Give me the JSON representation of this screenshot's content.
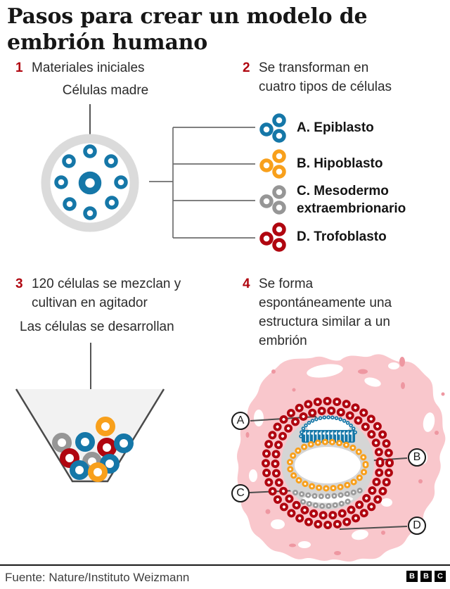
{
  "title": "Pasos para crear un modelo de embrión humano",
  "steps": [
    {
      "number": "1",
      "text": "Materiales iniciales"
    },
    {
      "number": "2",
      "text": "Se transforman en cuatro tipos de células"
    },
    {
      "number": "3",
      "text": "120 células se mezclan y cultivan en agitador"
    },
    {
      "number": "4",
      "text": "Se forma espontáneamente una estructura similar a un embrión"
    }
  ],
  "step1": {
    "diagram_label": "Células madre"
  },
  "step2": {
    "cell_types": [
      {
        "letter": "A",
        "label": "A. Epiblasto",
        "color": "#1577a8"
      },
      {
        "letter": "B",
        "label": "B. Hipoblasto",
        "color": "#f8a01c"
      },
      {
        "letter": "C",
        "label": "C. Mesodermo extraembrionario",
        "color": "#969696"
      },
      {
        "letter": "D",
        "label": "D. Trofoblasto",
        "color": "#b00610"
      }
    ]
  },
  "step3": {
    "diagram_label": "Las células se desarrollan"
  },
  "step4": {
    "markers": [
      {
        "letter": "A"
      },
      {
        "letter": "B"
      },
      {
        "letter": "C"
      },
      {
        "letter": "D"
      }
    ]
  },
  "footer": {
    "source": "Fuente: Nature/Instituto Weizmann",
    "logo_letters": [
      "B",
      "B",
      "C"
    ]
  },
  "colors": {
    "accent_red": "#b00610",
    "blue": "#1577a8",
    "orange": "#f8a01c",
    "gray": "#969696",
    "dish_ring": "#dbdbdb",
    "pink_tissue": "#f9c7cc"
  }
}
